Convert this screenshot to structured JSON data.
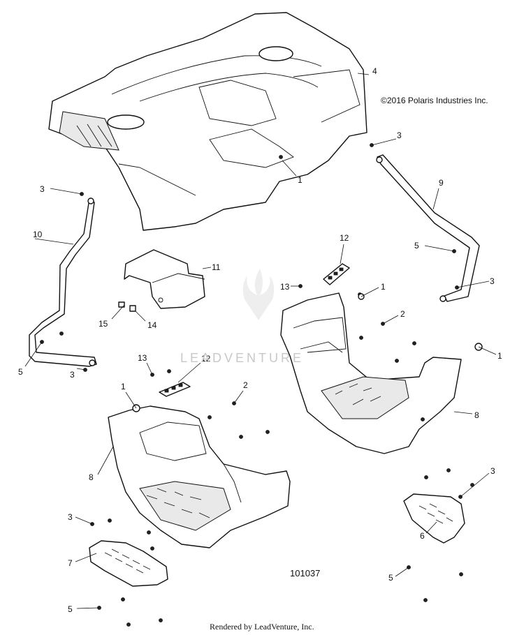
{
  "copyright": "©2016 Polaris Industries Inc.",
  "diagram_number": "101037",
  "rendered_by": "Rendered by LeadVenture, Inc.",
  "watermark": "LEADVENTURE",
  "callouts": [
    "1",
    "1",
    "1",
    "1",
    "2",
    "2",
    "3",
    "3",
    "3",
    "3",
    "3",
    "3",
    "4",
    "5",
    "5",
    "5",
    "5",
    "6",
    "7",
    "8",
    "8",
    "9",
    "10",
    "11",
    "12",
    "12",
    "13",
    "13",
    "14",
    "15"
  ]
}
